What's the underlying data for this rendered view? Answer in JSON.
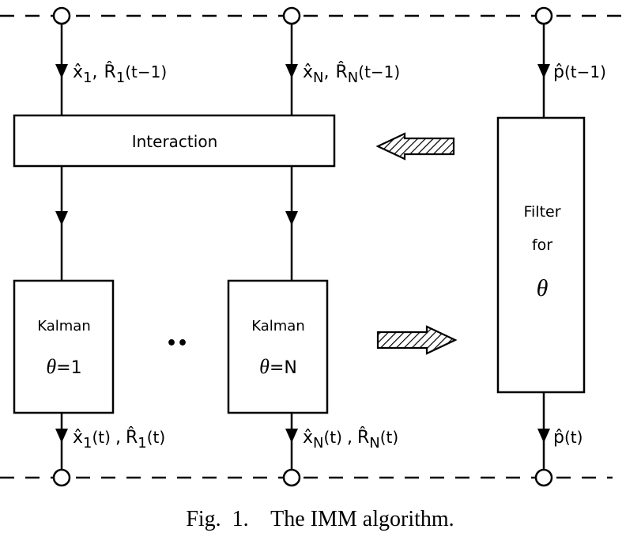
{
  "top_inputs": {
    "left": {
      "var": "x̂",
      "sub": "1",
      "sep": ",",
      "cov": "R̂",
      "sub2": "1",
      "arg": "(t−1)"
    },
    "mid": {
      "var": "x̂",
      "sub": "N",
      "sep": ",",
      "cov": "R̂",
      "sub2": "N",
      "arg": "(t−1)"
    },
    "right": {
      "var": "p̂",
      "arg": "(t−1)"
    }
  },
  "interaction_label": "Interaction",
  "kalman_1": {
    "title": "Kalman",
    "theta": "θ",
    "eq": "=1"
  },
  "dots": "••",
  "kalman_n": {
    "title": "Kalman",
    "theta": "θ",
    "eq": "=N"
  },
  "filter": {
    "line1": "Filter",
    "line2": "for",
    "theta": "θ"
  },
  "bottom_outputs": {
    "left": {
      "var": "x̂",
      "sub": "1",
      "arg": "(t)",
      "sep": ",",
      "cov": "R̂",
      "sub2": "1",
      "arg2": "(t)"
    },
    "mid": {
      "var": "x̂",
      "sub": "N",
      "arg": "(t)",
      "sep": ",",
      "cov": "R̂",
      "sub2": "N",
      "arg2": "(t)"
    },
    "right": {
      "var": "p̂",
      "arg": "(t)"
    }
  },
  "caption": "Fig.  1.    The IMM algorithm."
}
